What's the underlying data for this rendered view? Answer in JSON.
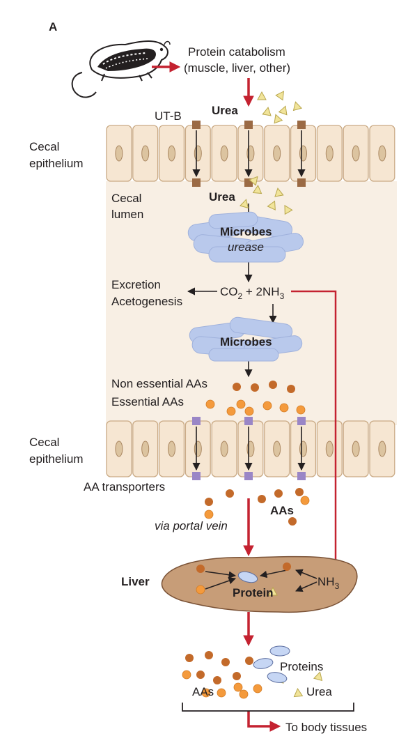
{
  "panel_label": "A",
  "top": {
    "catabolism_line1": "Protein catabolism",
    "catabolism_line2": "(muscle, liver, other)"
  },
  "cecal": {
    "epithelium_line1": "Cecal",
    "epithelium_line2": "epithelium",
    "lumen_line1": "Cecal",
    "lumen_line2": "lumen",
    "transporter_label": "UT-B",
    "urea_top": "Urea",
    "urea_lumen": "Urea"
  },
  "microbes": {
    "label": "Microbes",
    "enzyme": "urease",
    "label2": "Microbes"
  },
  "reaction": {
    "co2_main": "CO",
    "co2_sub": "2",
    "plus_nh3": " + 2NH",
    "nh3_sub": "3",
    "excretion": "Excretion",
    "acetogenesis": "Acetogenesis"
  },
  "amino_acids": {
    "non_essential": "Non essential AAs",
    "essential": "Essential AAs",
    "transporters": "AA transporters",
    "aas": "AAs",
    "via": "via portal vein"
  },
  "liver": {
    "label": "Liver",
    "protein": "Protein",
    "nh3_main": "NH",
    "nh3_sub": "3"
  },
  "outputs": {
    "proteins": "Proteins",
    "aas": "AAs",
    "urea": "Urea",
    "to_tissues": "To body tissues"
  },
  "colors": {
    "cell_fill": "#f6e6d2",
    "cell_stroke": "#c9a984",
    "nucleus": "#dcc4a0",
    "lumen_bg": "#f8efe4",
    "urea_triangle": "#f1e49a",
    "ut_b": "#9b6a44",
    "aa_transporter": "#9a86c6",
    "microbe": "#b9c9ec",
    "nonessential_aa": "#c36a2a",
    "essential_aa": "#f49a3c",
    "liver": "#c79d78",
    "red_arrow": "#c42230"
  }
}
